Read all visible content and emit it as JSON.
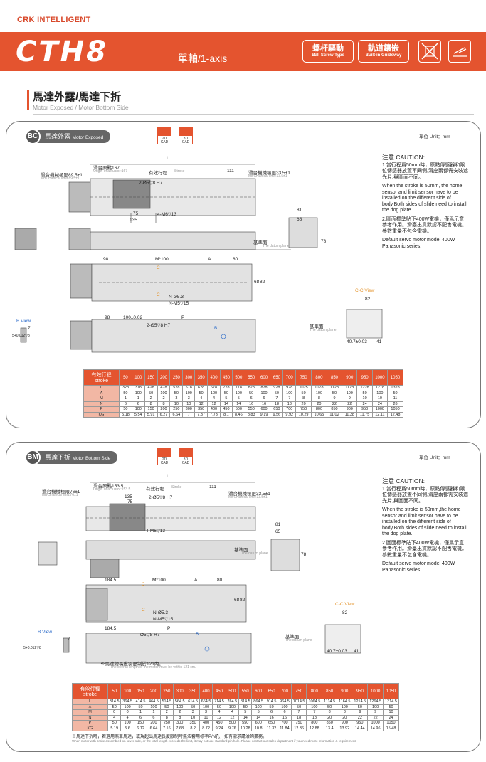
{
  "header": {
    "brand": "CRK INTELLIGENT",
    "model": "CTH8",
    "axis": "單軸/1-axis",
    "badges": [
      {
        "zh": "螺杆驅動",
        "en": "Ball Screw Type"
      },
      {
        "zh": "軌道鑲嵌",
        "en": "Built-in Guideway"
      }
    ],
    "icons": [
      "no-cleanroom-icon",
      "dust-cover-icon"
    ]
  },
  "section": {
    "title": "馬達外露/馬達下折",
    "subtitle": "Motor Exposed / Motor Bottom Side"
  },
  "colors": {
    "accent": "#e4542f",
    "accent_light": "#f2b7a4",
    "blue": "#2a6ac9",
    "orange": "#e4932a"
  },
  "panels": [
    {
      "code": "BC",
      "name_zh": "馬達外露",
      "name_en": "Motor Exposed",
      "cad": [
        "2D CAD",
        "3D CAD"
      ],
      "unit": "單位 Unit：mm",
      "caution": {
        "title": "注意 CAUTION:",
        "p1": "1.當行程爲50mm時，原點傳感器和限位傳感器放置不同側,滑座兩都需安裝遮光片,與圖面不同。",
        "p1_en": "When the stroke is 50mm, the home sensor and limit sensor have to be installed on the different side of body.Both sides of slide need to install the dog plate.",
        "p2": "2.圖面標準貼下400W電機，僅爲示意參考作用。滑臺出貨默認不配售電機。參數重量不包含電機。",
        "p2_en": "Default servo motor model 400W Panasonic series."
      },
      "dims": {
        "L": "L",
        "origin_zh": "滑台原點167",
        "origin_en": "Origin of actuator:167",
        "stroke_zh": "有效行程",
        "stroke_en": "Stroke",
        "d111": "111",
        "mech_left_zh": "滑台機械極限89.5±1",
        "mech_left_en": "MBCHanical limit:89.5±1",
        "mech_right_zh": "滑台機械極限33.5±1",
        "mech_right_en": "MBCHanical limit:33.5±1",
        "hole1": "2-Ø5▽8 H7",
        "hole2": "4-M6▽13",
        "d75": "75",
        "d135": "135",
        "d81": "81",
        "d65": "65",
        "d78": "78",
        "datum_zh": "基準面",
        "datum_en": "The datum plane",
        "d98a": "98",
        "m100": "M*100",
        "A": "A",
        "d80": "80",
        "C": "C",
        "hole3": "N-Ø5.3",
        "hole4": "N-M5▽15",
        "d98b": "98",
        "d100": "100±0.02",
        "P": "P",
        "hole5": "2-Ø5▽8 H7",
        "B": "B",
        "bview": "B View",
        "d7": "7",
        "d5": "5+0.012▽8",
        "ccview": "C-C View",
        "d82": "82",
        "d40": "40.7±0.03",
        "d41": "41",
        "d68": "68",
        "d82v": "82"
      },
      "table": {
        "head": {
          "zh": "有效行程",
          "en": "stroke"
        },
        "strokes": [
          "50",
          "100",
          "150",
          "200",
          "250",
          "300",
          "350",
          "400",
          "450",
          "500",
          "550",
          "600",
          "650",
          "700",
          "750",
          "800",
          "850",
          "900",
          "950",
          "1000",
          "1050"
        ],
        "rows": [
          {
            "label": "L",
            "values": [
              "328",
              "378",
              "428",
              "478",
              "528",
              "578",
              "628",
              "678",
              "728",
              "778",
              "828",
              "878",
              "928",
              "978",
              "1025",
              "1078",
              "1128",
              "1178",
              "1228",
              "1278",
              "1328"
            ]
          },
          {
            "label": "A",
            "values": [
              "50",
              "100",
              "50",
              "100",
              "50",
              "100",
              "50",
              "100",
              "50",
              "100",
              "50",
              "100",
              "50",
              "100",
              "50",
              "100",
              "50",
              "100",
              "50",
              "100",
              "50"
            ]
          },
          {
            "label": "M",
            "values": [
              "1",
              "1",
              "2",
              "2",
              "3",
              "3",
              "4",
              "4",
              "5",
              "5",
              "6",
              "6",
              "7",
              "7",
              "8",
              "8",
              "9",
              "9",
              "10",
              "10",
              "11"
            ]
          },
          {
            "label": "N",
            "values": [
              "6",
              "6",
              "8",
              "8",
              "10",
              "10",
              "12",
              "12",
              "14",
              "14",
              "16",
              "16",
              "18",
              "18",
              "20",
              "20",
              "22",
              "22",
              "24",
              "24",
              "26"
            ]
          },
          {
            "label": "P",
            "values": [
              "50",
              "100",
              "150",
              "200",
              "250",
              "300",
              "350",
              "400",
              "450",
              "500",
              "550",
              "600",
              "650",
              "700",
              "750",
              "800",
              "850",
              "900",
              "950",
              "1000",
              "1050"
            ]
          },
          {
            "label": "KG",
            "values": [
              "5.18",
              "5.54",
              "5.91",
              "6.27",
              "6.64",
              "7",
              "7.37",
              "7.73",
              "8.1",
              "8.46",
              "8.83",
              "9.19",
              "9.56",
              "9.92",
              "10.29",
              "10.65",
              "11.02",
              "11.38",
              "11.75",
              "12.11",
              "12.48"
            ]
          }
        ]
      }
    },
    {
      "code": "BM",
      "name_zh": "馬達下折",
      "name_en": "Motor Bottom Side",
      "cad": [
        "2D CAD",
        "3D CAD"
      ],
      "unit": "單位 Unit：mm",
      "caution": {
        "title": "注意 CAUTION:",
        "p1": "1.當行程爲50mm時，原點傳感器和限位傳感器放置不同側,滑座兩都需安裝遮光片,與圖面不同。",
        "p1_en": "When the stroke is 50mm,the home sensor and limit sensor have to be installed on the different side of body.Both sides of slide need to install the dog plate.",
        "p2": "2.圖面標準貼下400W電機，僅爲示意參考作用。滑臺出貨默認不配售電機。參數重量不包含電機。",
        "p2_en": "Default servo motor model 400W Panasonic series."
      },
      "dims": {
        "L": "L",
        "origin_zh": "滑台原點153.5",
        "origin_en": "Origin of actuator:153.5",
        "stroke_zh": "有效行程",
        "stroke_en": "Stroke",
        "d111": "111",
        "mech_left_zh": "滑台機械極限76±1",
        "mech_left_en": "MBCHanical limit:76±1",
        "mech_right_zh": "滑台機械極限33.5±1",
        "mech_right_en": "MBCHanical limit:33.5±1",
        "hole1": "2-Ø5▽8 H7",
        "hole2": "4-M6▽13",
        "d75": "75",
        "d135": "135",
        "d81": "81",
        "d65": "65",
        "d78": "78",
        "datum_zh": "基準面",
        "datum_en": "The datum plane",
        "d98a": "184.5",
        "m100": "M*100",
        "A": "A",
        "d80": "80",
        "C": "C",
        "hole3": "N-Ø5.3",
        "hole4": "N-M5▽15",
        "d98b": "184.5",
        "P": "P",
        "hole5": "Ø5▽8 H7",
        "B": "B",
        "bview": "B View",
        "d7": "7",
        "d5": "5+0.012▽8",
        "ccview": "C-C View",
        "d82": "82",
        "d40": "40.7±0.03",
        "d41": "41",
        "d68": "68",
        "d82v": "82",
        "lenlimit_zh": "※馬達總長度需限制於121內。",
        "lenlimit_en": "The overall length of the motor must be within 121 cm."
      },
      "table": {
        "head": {
          "zh": "有效行程",
          "en": "stroke"
        },
        "strokes": [
          "50",
          "100",
          "150",
          "200",
          "250",
          "300",
          "350",
          "400",
          "450",
          "500",
          "550",
          "600",
          "650",
          "700",
          "750",
          "800",
          "850",
          "900",
          "950",
          "1000",
          "1050"
        ],
        "rows": [
          {
            "label": "L",
            "values": [
              "314.5",
              "364.5",
              "414.5",
              "464.5",
              "514.5",
              "564.5",
              "614.5",
              "664.5",
              "714.5",
              "764.5",
              "814.5",
              "864.5",
              "914.5",
              "964.5",
              "1014.5",
              "1064.5",
              "1114.5",
              "1164.5",
              "1214.5",
              "1264.5",
              "1314.5"
            ]
          },
          {
            "label": "A",
            "values": [
              "50",
              "100",
              "50",
              "100",
              "50",
              "100",
              "50",
              "100",
              "50",
              "100",
              "50",
              "100",
              "50",
              "100",
              "50",
              "100",
              "50",
              "100",
              "50",
              "100",
              "50"
            ]
          },
          {
            "label": "M",
            "values": [
              "0",
              "0",
              "1",
              "1",
              "2",
              "2",
              "3",
              "3",
              "4",
              "4",
              "5",
              "5",
              "6",
              "6",
              "7",
              "7",
              "8",
              "8",
              "9",
              "9",
              "10"
            ]
          },
          {
            "label": "N",
            "values": [
              "4",
              "4",
              "6",
              "6",
              "8",
              "8",
              "10",
              "10",
              "12",
              "12",
              "14",
              "14",
              "16",
              "16",
              "18",
              "18",
              "20",
              "20",
              "22",
              "22",
              "24"
            ]
          },
          {
            "label": "P",
            "values": [
              "50",
              "100",
              "150",
              "200",
              "250",
              "300",
              "350",
              "400",
              "450",
              "500",
              "550",
              "600",
              "650",
              "700",
              "750",
              "800",
              "850",
              "900",
              "950",
              "1000",
              "1050"
            ]
          },
          {
            "label": "KG",
            "values": [
              "5.19",
              "5.6",
              "6.12",
              "6.64",
              "7.16",
              "7.68",
              "8.2",
              "8.72",
              "9.24",
              "9.76",
              "10.28",
              "10.8",
              "11.32",
              "11.84",
              "12.36",
              "12.88",
              "13.4",
              "13.92",
              "14.44",
              "14.96",
              "15.48"
            ]
          }
        ]
      },
      "footnote_zh": "※馬達下折時，若選用煞車馬達，或規超出馬達長度限制時無法套用標準P/N孔，如有需求請洽詢業務。",
      "footnote_en": "When motor with brake assembled on lower side, or the total length exceeds the limit, it may not use standard pin hole. Please contact our sales department if you need more information & requirement."
    }
  ]
}
